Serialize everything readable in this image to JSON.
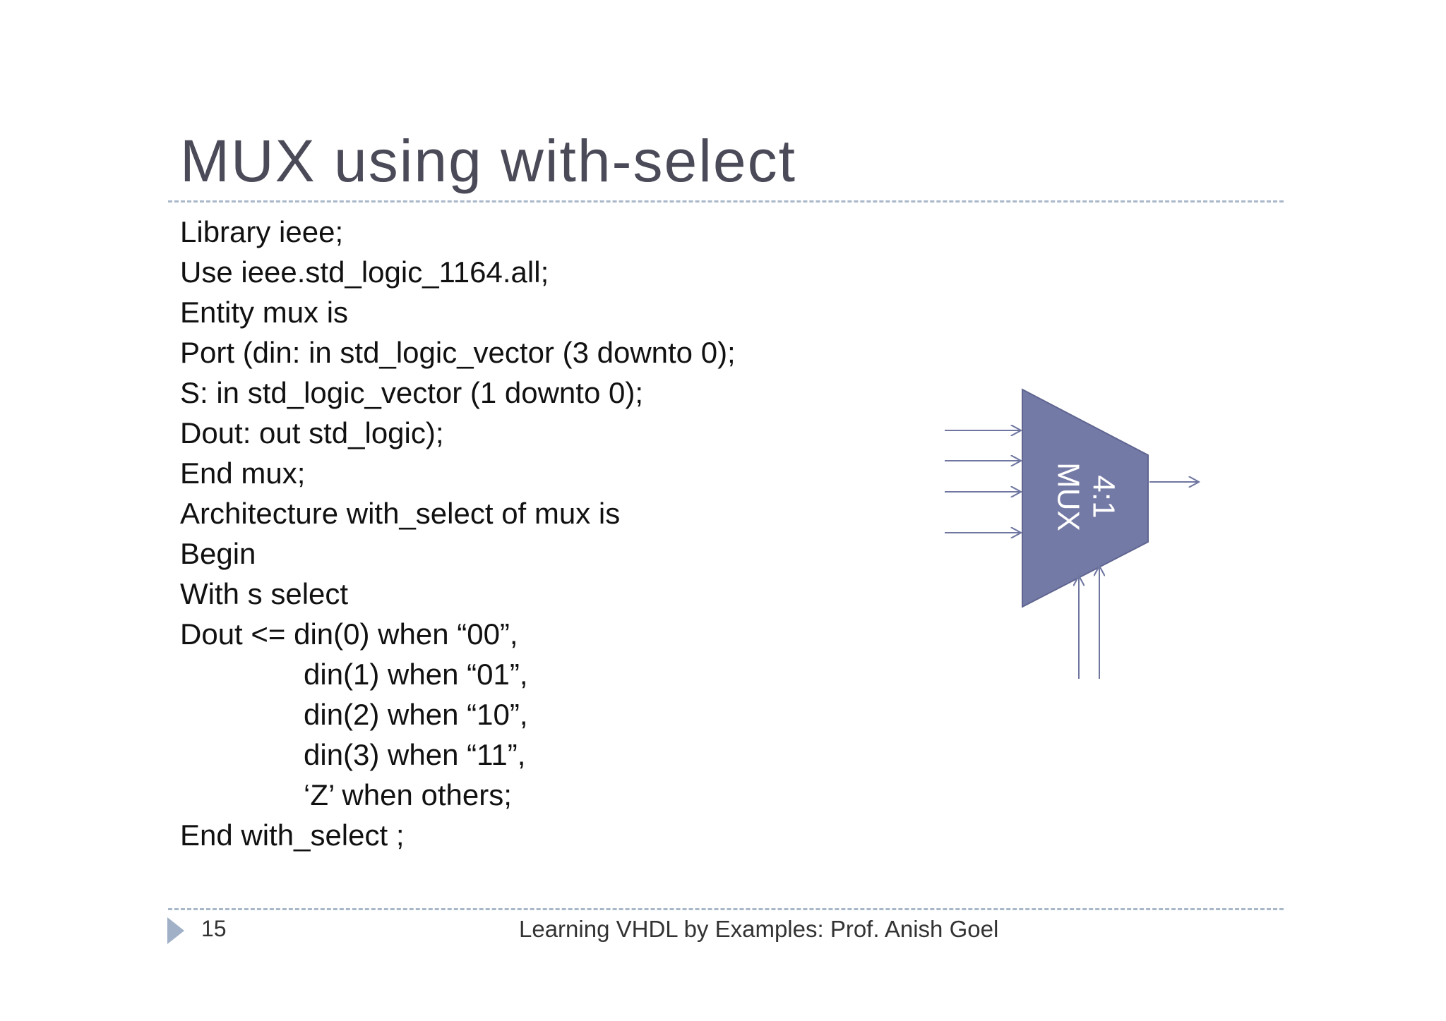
{
  "slide": {
    "title": "MUX using with-select",
    "code_lines": [
      {
        "text": "Library ieee;"
      },
      {
        "text": "Use ieee.std_logic_1164.all;"
      },
      {
        "text": "Entity mux is"
      },
      {
        "text": "Port (din: in std_logic_vector (3 downto 0);"
      },
      {
        "text": "S: in std_logic_vector (1 downto 0);"
      },
      {
        "text": "Dout: out std_logic);"
      },
      {
        "text": "End mux;"
      },
      {
        "text": "Architecture with_select of mux is"
      },
      {
        "text": "Begin"
      },
      {
        "text": "With s select"
      },
      {
        "text": "Dout <= din(0) when “00”,"
      },
      {
        "text": "din(1) when “01”,",
        "indent": true
      },
      {
        "text": "din(2) when “10”,",
        "indent": true
      },
      {
        "text": "din(3) when “11”,",
        "indent": true
      },
      {
        "text": "‘Z’ when others;",
        "indent": true
      },
      {
        "text": "End with_select ;"
      }
    ],
    "diagram": {
      "block_label_line1": "4:1",
      "block_label_line2": "MUX",
      "block_color": "#747aa6",
      "arrow_color": "#6f76a0"
    },
    "footer": {
      "page_number": "15",
      "text": "Learning VHDL by Examples: Prof. Anish Goel"
    },
    "colors": {
      "title": "#4a4a58",
      "divider": "#a9b8c9",
      "footer_marker": "#9fb0c7"
    }
  }
}
